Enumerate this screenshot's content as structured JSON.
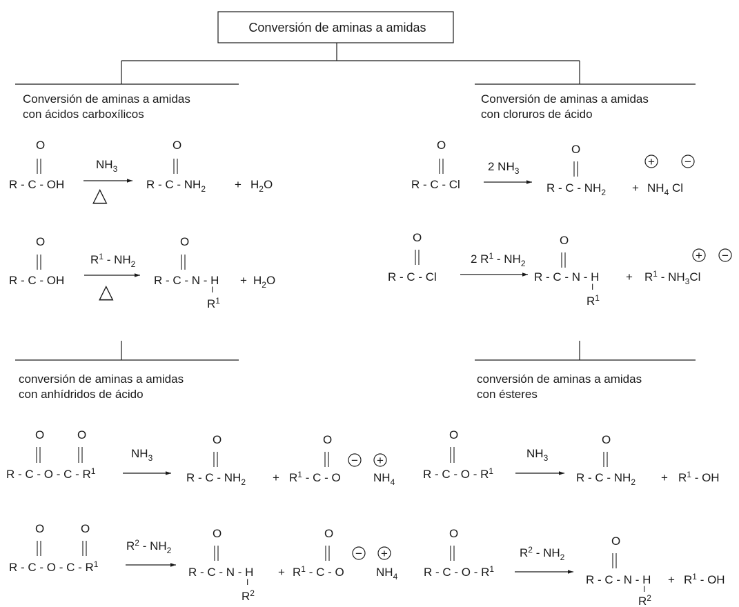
{
  "title": "Conversión de aminas a amidas",
  "sections": {
    "carboxylic": {
      "line1": "Conversión de aminas a amidas",
      "line2": "con ácidos carboxílicos"
    },
    "acid_chloride": {
      "line1": "Conversión de aminas a amidas",
      "line2": "con cloruros de ácido"
    },
    "anhydride": {
      "line1": "conversión de aminas a amidas",
      "line2": "con anhídridos de ácido"
    },
    "ester": {
      "line1": "conversión de aminas a amidas",
      "line2": "con ésteres"
    }
  },
  "glyph": {
    "O": "O",
    "R": "R",
    "R1": "R",
    "R2": "R",
    "sup1": "1",
    "sup2": "2",
    "plus": "+",
    "plus_sign": "+",
    "minus_sign": "−",
    "heat": "△"
  },
  "eq": {
    "acid_nh3": {
      "reactant": "R - C - OH",
      "reagent": "NH",
      "reagent_sub": "3",
      "product": "R - C - NH",
      "product_sub": "2",
      "byproduct": "H",
      "byproduct_sub": "2",
      "byproduct_tail": "O"
    },
    "acid_rnh2": {
      "reactant": "R - C - OH",
      "reagent_pre": "R",
      "reagent_sup": "1",
      "reagent_post": " - NH",
      "reagent_sub": "2",
      "product": "R - C - N - H",
      "subst_bar": "I",
      "subst": "R",
      "subst_sup": "1",
      "byproduct": "H",
      "byproduct_sub": "2",
      "byproduct_tail": "O"
    },
    "chloride_nh3": {
      "reactant": "R - C - Cl",
      "reagent": "2 NH",
      "reagent_sub": "3",
      "product": "R - C - NH",
      "product_sub": "2",
      "salt": "NH",
      "salt_sub": "4",
      "salt_tail": " Cl"
    },
    "chloride_rnh2": {
      "reactant": "R - C - Cl",
      "reagent_pre": "2 R",
      "reagent_sup": "1",
      "reagent_post": " - NH",
      "reagent_sub": "2",
      "product": "R - C - N - H",
      "subst_bar": "I",
      "subst": "R",
      "subst_sup": "1",
      "salt_pre": "R",
      "salt_sup": "1",
      "salt_mid": " - NH",
      "salt_sub": "3",
      "salt_tail": "Cl"
    },
    "anhydride_nh3": {
      "reactant_pre": "R - C - O - C - R",
      "reactant_sup": "1",
      "reagent": "NH",
      "reagent_sub": "3",
      "product": "R - C - NH",
      "product_sub": "2",
      "carboxylate_pre": "R",
      "carboxylate_sup": "1",
      "carboxylate_post": " - C - O",
      "cation": "NH",
      "cation_sub": "4"
    },
    "anhydride_rnh2": {
      "reactant_pre": "R - C - O - C - R",
      "reactant_sup": "1",
      "reagent_pre": "R",
      "reagent_sup": "2",
      "reagent_post": " - NH",
      "reagent_sub": "2",
      "product": "R - C - N - H",
      "subst_bar": "I",
      "subst": "R",
      "subst_sup": "2",
      "carboxylate_pre": "R",
      "carboxylate_sup": "1",
      "carboxylate_post": " - C - O",
      "cation": "NH",
      "cation_sub": "4"
    },
    "ester_nh3": {
      "reactant_pre": "R - C - O - R",
      "reactant_sup": "1",
      "reagent": "NH",
      "reagent_sub": "3",
      "product": "R - C - NH",
      "product_sub": "2",
      "alcohol_pre": "R",
      "alcohol_sup": "1",
      "alcohol_post": " - OH"
    },
    "ester_rnh2": {
      "reactant_pre": "R - C - O - R",
      "reactant_sup": "1",
      "reagent_pre": "R",
      "reagent_sup": "2",
      "reagent_post": " - NH",
      "reagent_sub": "2",
      "product": "R - C - N - H",
      "subst_bar": "I",
      "subst": "R",
      "subst_sup": "2",
      "alcohol_pre": "R",
      "alcohol_sup": "1",
      "alcohol_post": " - OH"
    }
  }
}
